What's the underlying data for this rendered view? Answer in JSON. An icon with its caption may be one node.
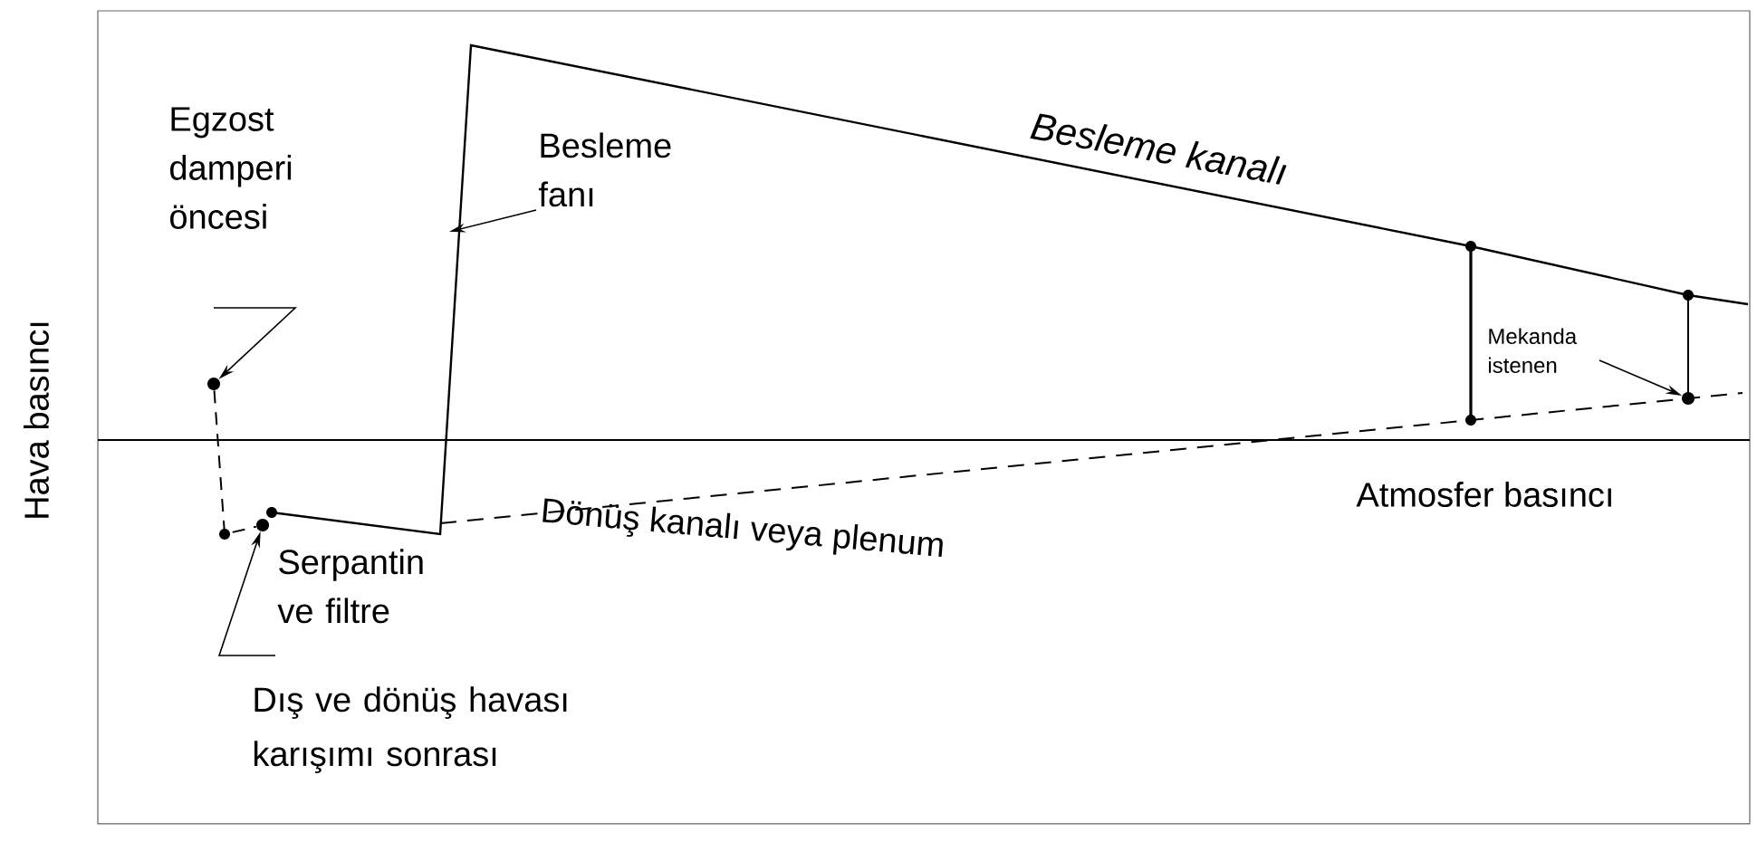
{
  "diagram": {
    "nodes": [
      {
        "text": [
          "Egzost damperi öncesi"
        ]
      },
      {
        "text": [],
        "shape": "circle"
      },
      {
        "text": [
          "Besleme fanı"
        ]
      },
      {
        "text": [
          "Serpantin ve filtre"
        ]
      },
      {
        "text": [],
        "shape": "circle"
      },
      {
        "text": [
          "Mekanda istenen"
        ]
      },
      {
        "text": [],
        "shape": "circle"
      }
    ],
    "edges": [
      {
        "from": 0,
        "to": 1,
        "arrow": "to"
      },
      {
        "from": 2,
        "to": null,
        "arrow": "to"
      },
      {
        "from": 3,
        "to": 4,
        "arrow": "to"
      },
      {
        "from": 5,
        "to": 6,
        "arrow": "to"
      },
      {
        "from": 1,
        "to": 4,
        "arrow": "none",
        "style": "dashed"
      }
    ],
    "labels": [
      "Hava basıncı",
      "Besleme kanalı",
      "Dönüş kanalı veya plenum",
      "Atmosfer basıncı",
      "Dış ve dönüş havası karışımı sonrası"
    ]
  }
}
